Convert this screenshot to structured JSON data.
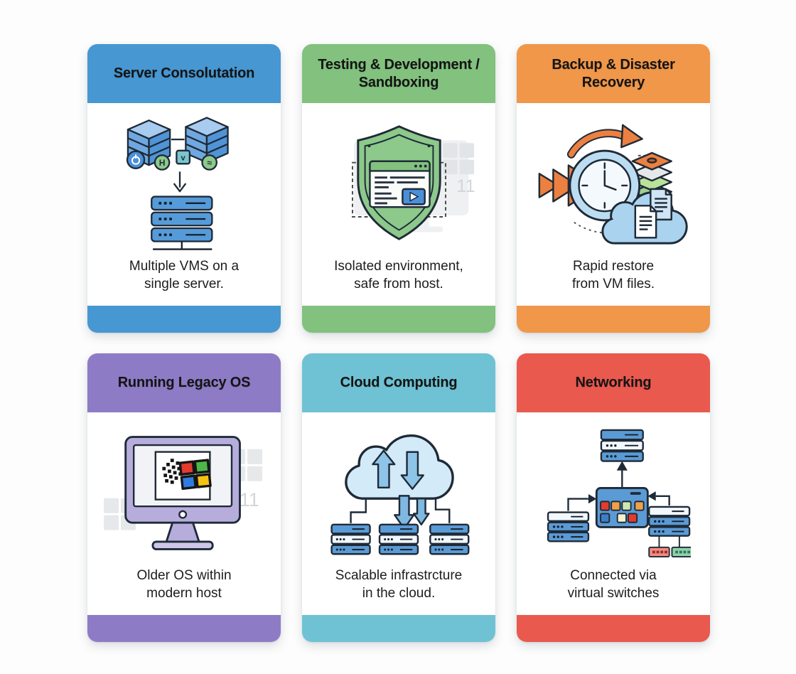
{
  "page": {
    "background_color": "#fdfdfd"
  },
  "cards": [
    {
      "id": "server-consolidation",
      "title": "Server Consolutation",
      "caption": "Multiple VMS on a\nsingle server.",
      "accent_color": "#4697d2",
      "icon": "servers-consolidation-icon"
    },
    {
      "id": "testing-sandboxing",
      "title": "Testing & Development /\nSandboxing",
      "caption": "Isolated environment,\nsafe from host.",
      "accent_color": "#82c17e",
      "icon": "shield-sandbox-icon",
      "watermark": "11"
    },
    {
      "id": "backup-disaster-recovery",
      "title": "Backup & Disaster\nRecovery",
      "caption": "Rapid restore\nfrom VM files.",
      "accent_color": "#f0974a",
      "icon": "restore-clock-cloud-icon"
    },
    {
      "id": "running-legacy-os",
      "title": "Running Legacy OS",
      "caption": "Older OS within\nmodern host",
      "accent_color": "#8e7bc6",
      "icon": "legacy-windows-monitor-icon",
      "watermark": "11"
    },
    {
      "id": "cloud-computing",
      "title": "Cloud Computing",
      "caption": "Scalable infrastrcture\nin the cloud.",
      "accent_color": "#6fc2d3",
      "icon": "cloud-to-servers-icon"
    },
    {
      "id": "networking",
      "title": "Networking",
      "caption": "Connected via\nvirtual switches",
      "accent_color": "#e9594e",
      "icon": "virtual-switch-network-icon"
    }
  ]
}
